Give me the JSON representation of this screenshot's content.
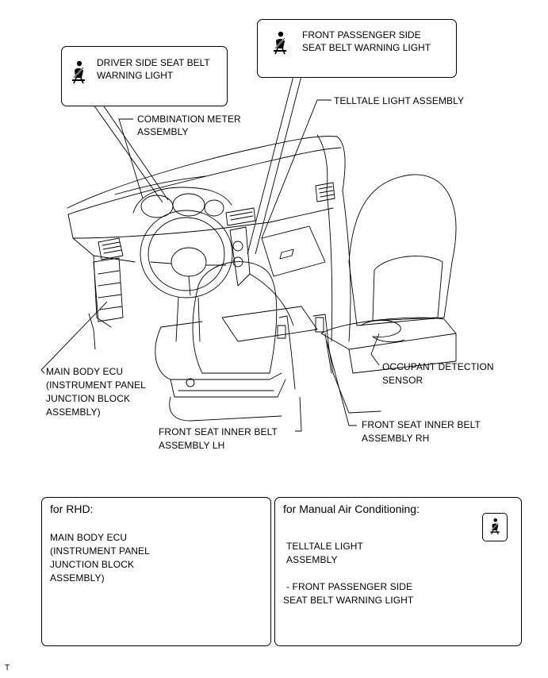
{
  "labels": {
    "combination_meter_1": "COMBINATION METER",
    "combination_meter_2": "ASSEMBLY",
    "telltale": "TELLTALE LIGHT ASSEMBLY",
    "main_ecu_1": "MAIN BODY ECU",
    "main_ecu_2": "(INSTRUMENT PANEL",
    "main_ecu_3": "JUNCTION BLOCK",
    "main_ecu_4": "ASSEMBLY)",
    "occupant_1": "OCCUPANT DETECTION",
    "occupant_2": "SENSOR",
    "inner_rh_1": "FRONT SEAT INNER BELT",
    "inner_rh_2": "ASSEMBLY RH",
    "inner_lh_1": "FRONT SEAT INNER BELT",
    "inner_lh_2": "ASSEMBLY LH"
  },
  "callouts": {
    "driver_1": "DRIVER SIDE SEAT BELT",
    "driver_2": "WARNING LIGHT",
    "passenger_1": "FRONT PASSENGER SIDE",
    "passenger_2": "SEAT BELT WARNING LIGHT"
  },
  "rhd_panel": {
    "title": "for RHD:",
    "ecu_1": "MAIN BODY ECU",
    "ecu_2": "(INSTRUMENT PANEL",
    "ecu_3": "JUNCTION BLOCK",
    "ecu_4": "ASSEMBLY)"
  },
  "manual_ac_panel": {
    "title": "for Manual Air Conditioning:",
    "telltale_1": "TELLTALE LIGHT",
    "telltale_2": "ASSEMBLY",
    "passenger_1": "- FRONT PASSENGER SIDE",
    "passenger_2": "SEAT BELT WARNING LIGHT"
  },
  "footer_mark": "T",
  "icons": [
    "seatbelt-warning-icon"
  ],
  "colors": {
    "line": "#000000",
    "background": "#ffffff"
  }
}
